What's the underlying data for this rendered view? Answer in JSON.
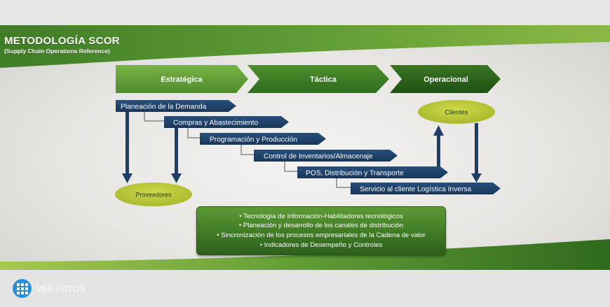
{
  "header": {
    "title": "METODOLOGÍA SCOR",
    "subtitle": "(Supply Chain Operations Reference)"
  },
  "levels": [
    "Estratégica",
    "Táctica",
    "Operacional"
  ],
  "process_steps": [
    "Planeación de la Demanda",
    "Compras y Abastecimiento",
    "Programación y Producción",
    "Control de Inventarios/Almacenaje",
    "POS, Distribución y Transporte",
    "Servicio al cliente Logística Inversa"
  ],
  "nodes": {
    "clientes": "Clientes",
    "proveedores": "Proveedores"
  },
  "enablers": [
    "• Tecnología de Información-Habilitadores tecnológicos",
    "• Planeación y desarrollo de los canales de distribución",
    "• Sincronización de los procesos empresariales de la Cadena de valor",
    "• Indicadores de Desempeño y Controles"
  ],
  "footer": {
    "gallery_label": "VER FOTOS",
    "gallery_icon": "grid-icon",
    "gallery_color": "#2a8fd6"
  },
  "colors": {
    "green_dark": "#2e6b1f",
    "green_light": "#6aa53a",
    "navy": "#1f3f68",
    "oval": "#bfcc3a"
  }
}
